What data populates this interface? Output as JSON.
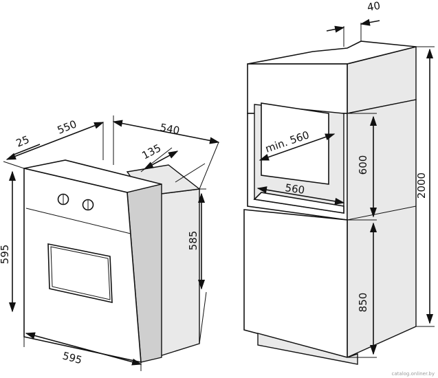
{
  "dimensions": {
    "oven_depth_overall": "550",
    "oven_front_panel_depth": "25",
    "oven_body_depth": "540",
    "oven_top_recess": "135",
    "oven_height": "595",
    "oven_body_height": "585",
    "oven_width": "595",
    "cabinet_top_offset": "40",
    "niche_min_width": "min. 560",
    "niche_width": "560",
    "niche_height": "600",
    "cabinet_total_height": "2000",
    "cabinet_base_height": "850"
  },
  "watermark": "catalog.onliner.by"
}
